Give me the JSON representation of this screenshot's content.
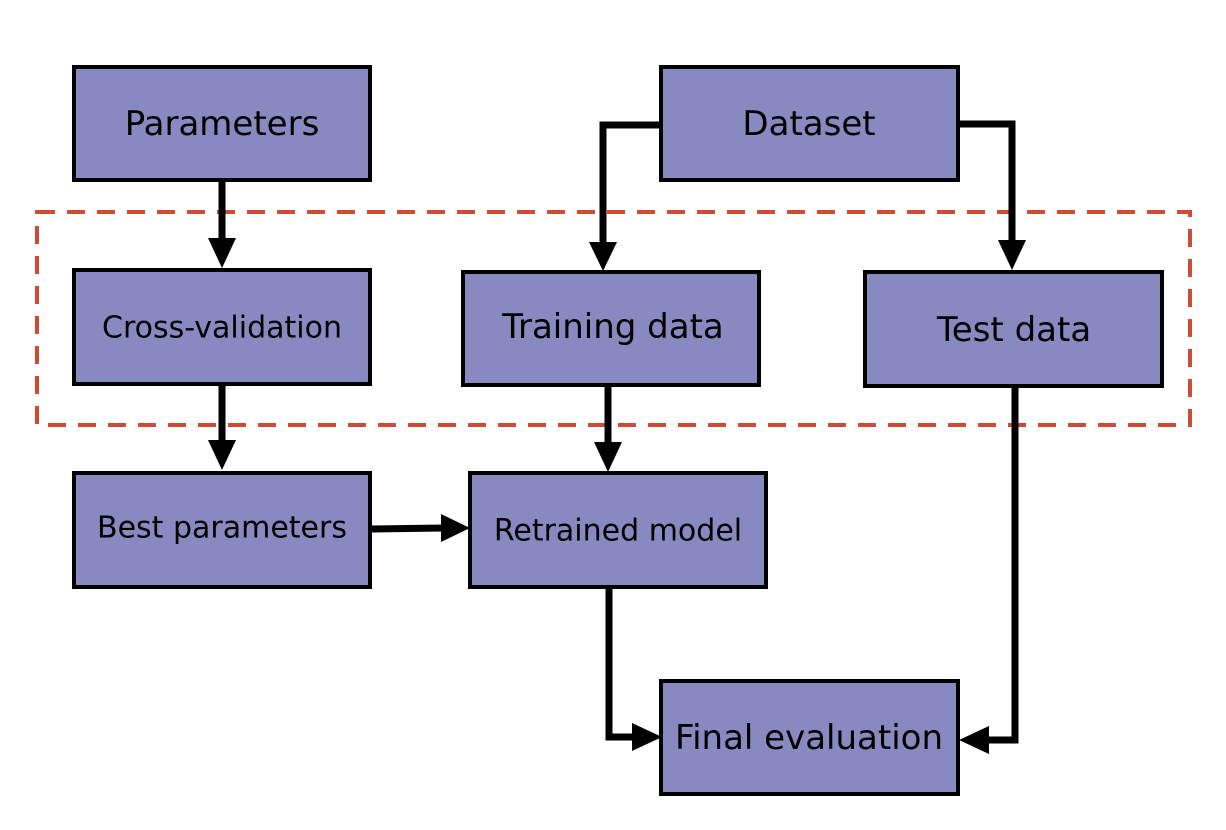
{
  "diagram": {
    "nodes": {
      "parameters": "Parameters",
      "dataset": "Dataset",
      "cross_validation": "Cross-validation",
      "training_data": "Training data",
      "test_data": "Test data",
      "best_parameters": "Best parameters",
      "retrained_model": "Retrained model",
      "final_evaluation": "Final evaluation"
    },
    "edges": [
      {
        "from": "parameters",
        "to": "cross_validation"
      },
      {
        "from": "dataset",
        "to": "training_data"
      },
      {
        "from": "dataset",
        "to": "test_data"
      },
      {
        "from": "cross_validation",
        "to": "best_parameters"
      },
      {
        "from": "training_data",
        "to": "retrained_model"
      },
      {
        "from": "best_parameters",
        "to": "retrained_model"
      },
      {
        "from": "retrained_model",
        "to": "final_evaluation"
      },
      {
        "from": "test_data",
        "to": "final_evaluation"
      }
    ],
    "colors": {
      "node_fill": "#8789c0",
      "node_border": "#000000",
      "arrow": "#000000",
      "group_border": "#d14a33"
    }
  }
}
